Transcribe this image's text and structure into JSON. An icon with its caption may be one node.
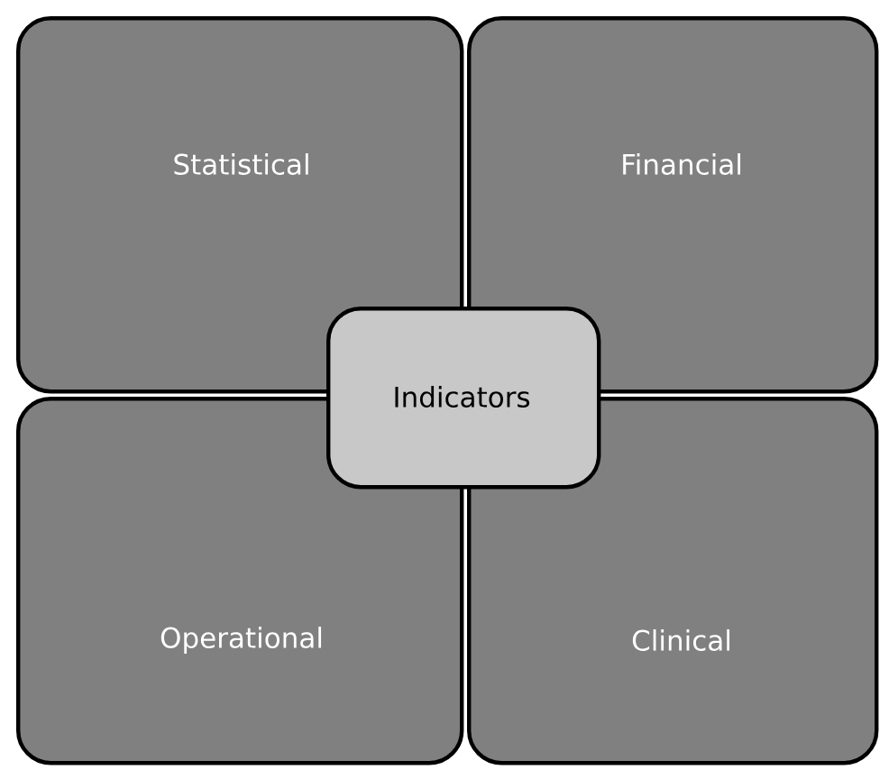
{
  "diagram": {
    "nodes": [
      {
        "text": [
          "Statistical"
        ]
      },
      {
        "text": [
          "Financial"
        ]
      },
      {
        "text": [
          "Operational"
        ]
      },
      {
        "text": [
          "Clinical"
        ]
      },
      {
        "text": [
          "Indicators"
        ]
      }
    ]
  }
}
